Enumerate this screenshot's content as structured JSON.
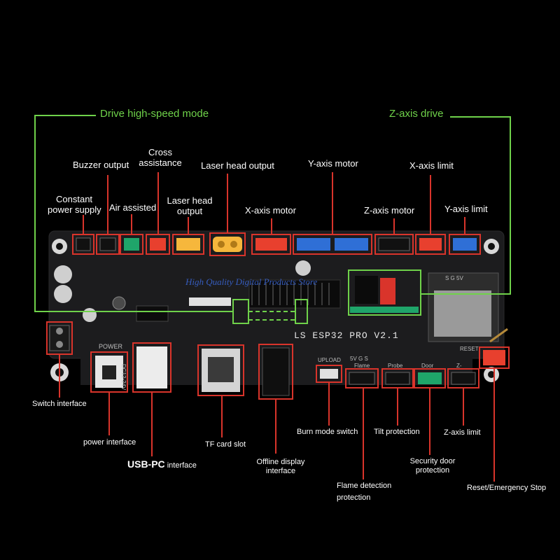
{
  "callouts": {
    "drive_high_speed_mode": "Drive high-speed mode",
    "z_axis_drive": "Z-axis drive"
  },
  "top_labels": {
    "constant_power_line1": "Constant",
    "constant_power_line2": "power supply",
    "buzzer_output": "Buzzer output",
    "air_assisted": "Air assisted",
    "cross_line1": "Cross",
    "cross_line2": "assistance",
    "laser_head_line1": "Laser head",
    "laser_head_line2": "output",
    "laser_head_output": "Laser head output",
    "x_axis_motor": "X-axis motor",
    "y_axis_motor": "Y-axis motor",
    "z_axis_motor": "Z-axis motor",
    "x_axis_limit": "X-axis limit",
    "y_axis_limit": "Y-axis limit"
  },
  "bottom_labels": {
    "switch_interface": "Switch interface",
    "power_interface": "power interface",
    "usb_pc": "USB-PC",
    "usb_pc_suffix": " interface",
    "tf_card_slot": "TF card slot",
    "offline_line1": "Offline display",
    "offline_line2": "interface",
    "burn_mode_switch": "Burn mode switch",
    "tilt_protection": "Tilt protection",
    "z_axis_limit": "Z-axis limit",
    "security_line1": "Security door",
    "security_line2": "protection",
    "flame_line1": "Flame detection",
    "flame_line2": "protection",
    "reset_emergency": "Reset/Emergency Stop"
  },
  "board": {
    "title": "LS ESP32 PRO V2.1",
    "watermark": "High Quality Digital Products Store",
    "silk_power": "POWER",
    "silk_dc": "DC12-24V",
    "silk_upload": "UPLOAD",
    "silk_flame": "Flame",
    "silk_probe": "Probe",
    "silk_door": "Door",
    "silk_zminus": "Z-",
    "silk_reset": "RESET",
    "silk_5vgs": "5V G S",
    "silk_sg5v": "S G 5V"
  },
  "colors": {
    "callout_green": "#6fd24a",
    "highlight_red": "#d9342b",
    "board": "#1c1c1e",
    "connector_blue": "#2f6fd6",
    "connector_red": "#e8402e",
    "connector_green": "#1fa56a",
    "connector_yellow": "#f6b73c",
    "connector_white": "#efe6cf"
  }
}
